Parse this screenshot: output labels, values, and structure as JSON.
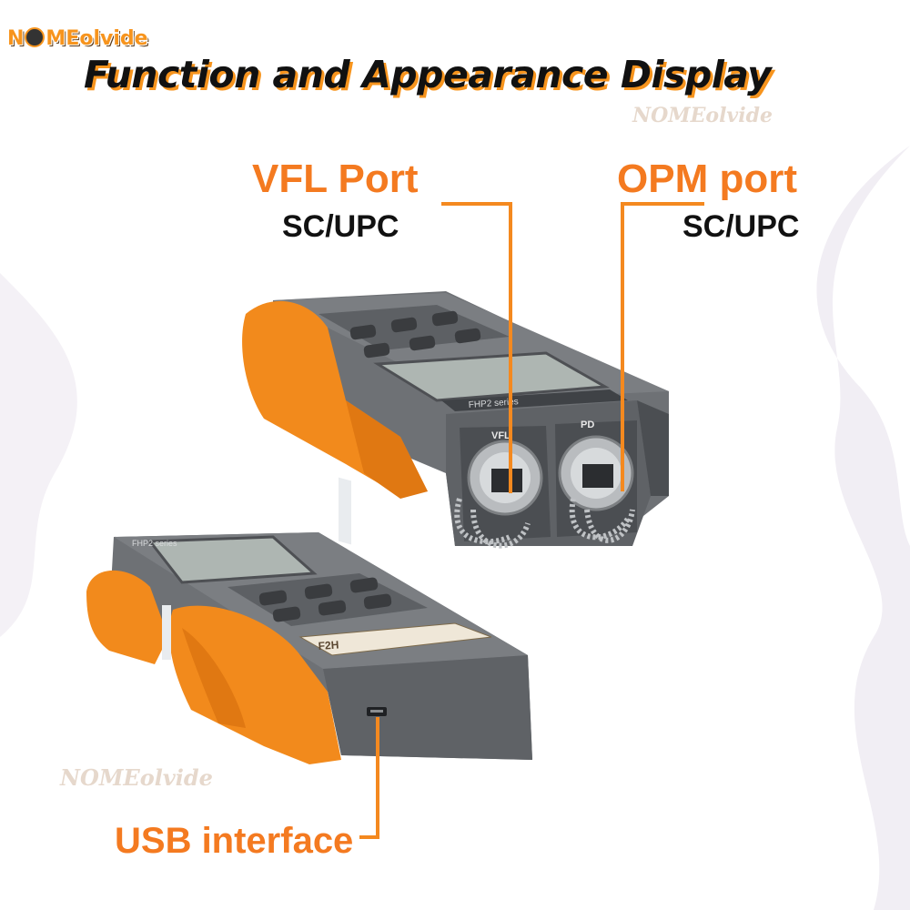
{
  "brand": {
    "logo_text_a": "N",
    "logo_text_b": "MEolvide",
    "watermark": "NOMEolvide"
  },
  "title": "Function and Appearance Display",
  "callouts": {
    "vfl": {
      "label": "VFL Port",
      "sub": "SC/UPC"
    },
    "opm": {
      "label": "OPM port",
      "sub": "SC/UPC"
    },
    "usb": {
      "label": "USB interface"
    }
  },
  "device": {
    "top_ports": [
      "VFL",
      "PD"
    ],
    "series_label": "FHP2 series",
    "model_label": "FHP2 series",
    "badge": "F2H"
  },
  "colors": {
    "accent": "#f47a20",
    "body": "#6b6e72",
    "rubber": "#f28a1c"
  }
}
